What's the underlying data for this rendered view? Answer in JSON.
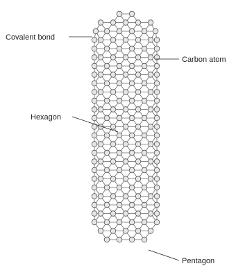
{
  "diagram": {
    "labels": {
      "covalent_bond": "Covalent bond",
      "carbon_atom": "Carbon atom",
      "hexagon": "Hexagon",
      "pentagon": "Pentagon"
    },
    "colors": {
      "atom_fill": "#e6e6e6",
      "atom_stroke": "#555555",
      "bond": "#666666",
      "text": "#222222"
    }
  }
}
